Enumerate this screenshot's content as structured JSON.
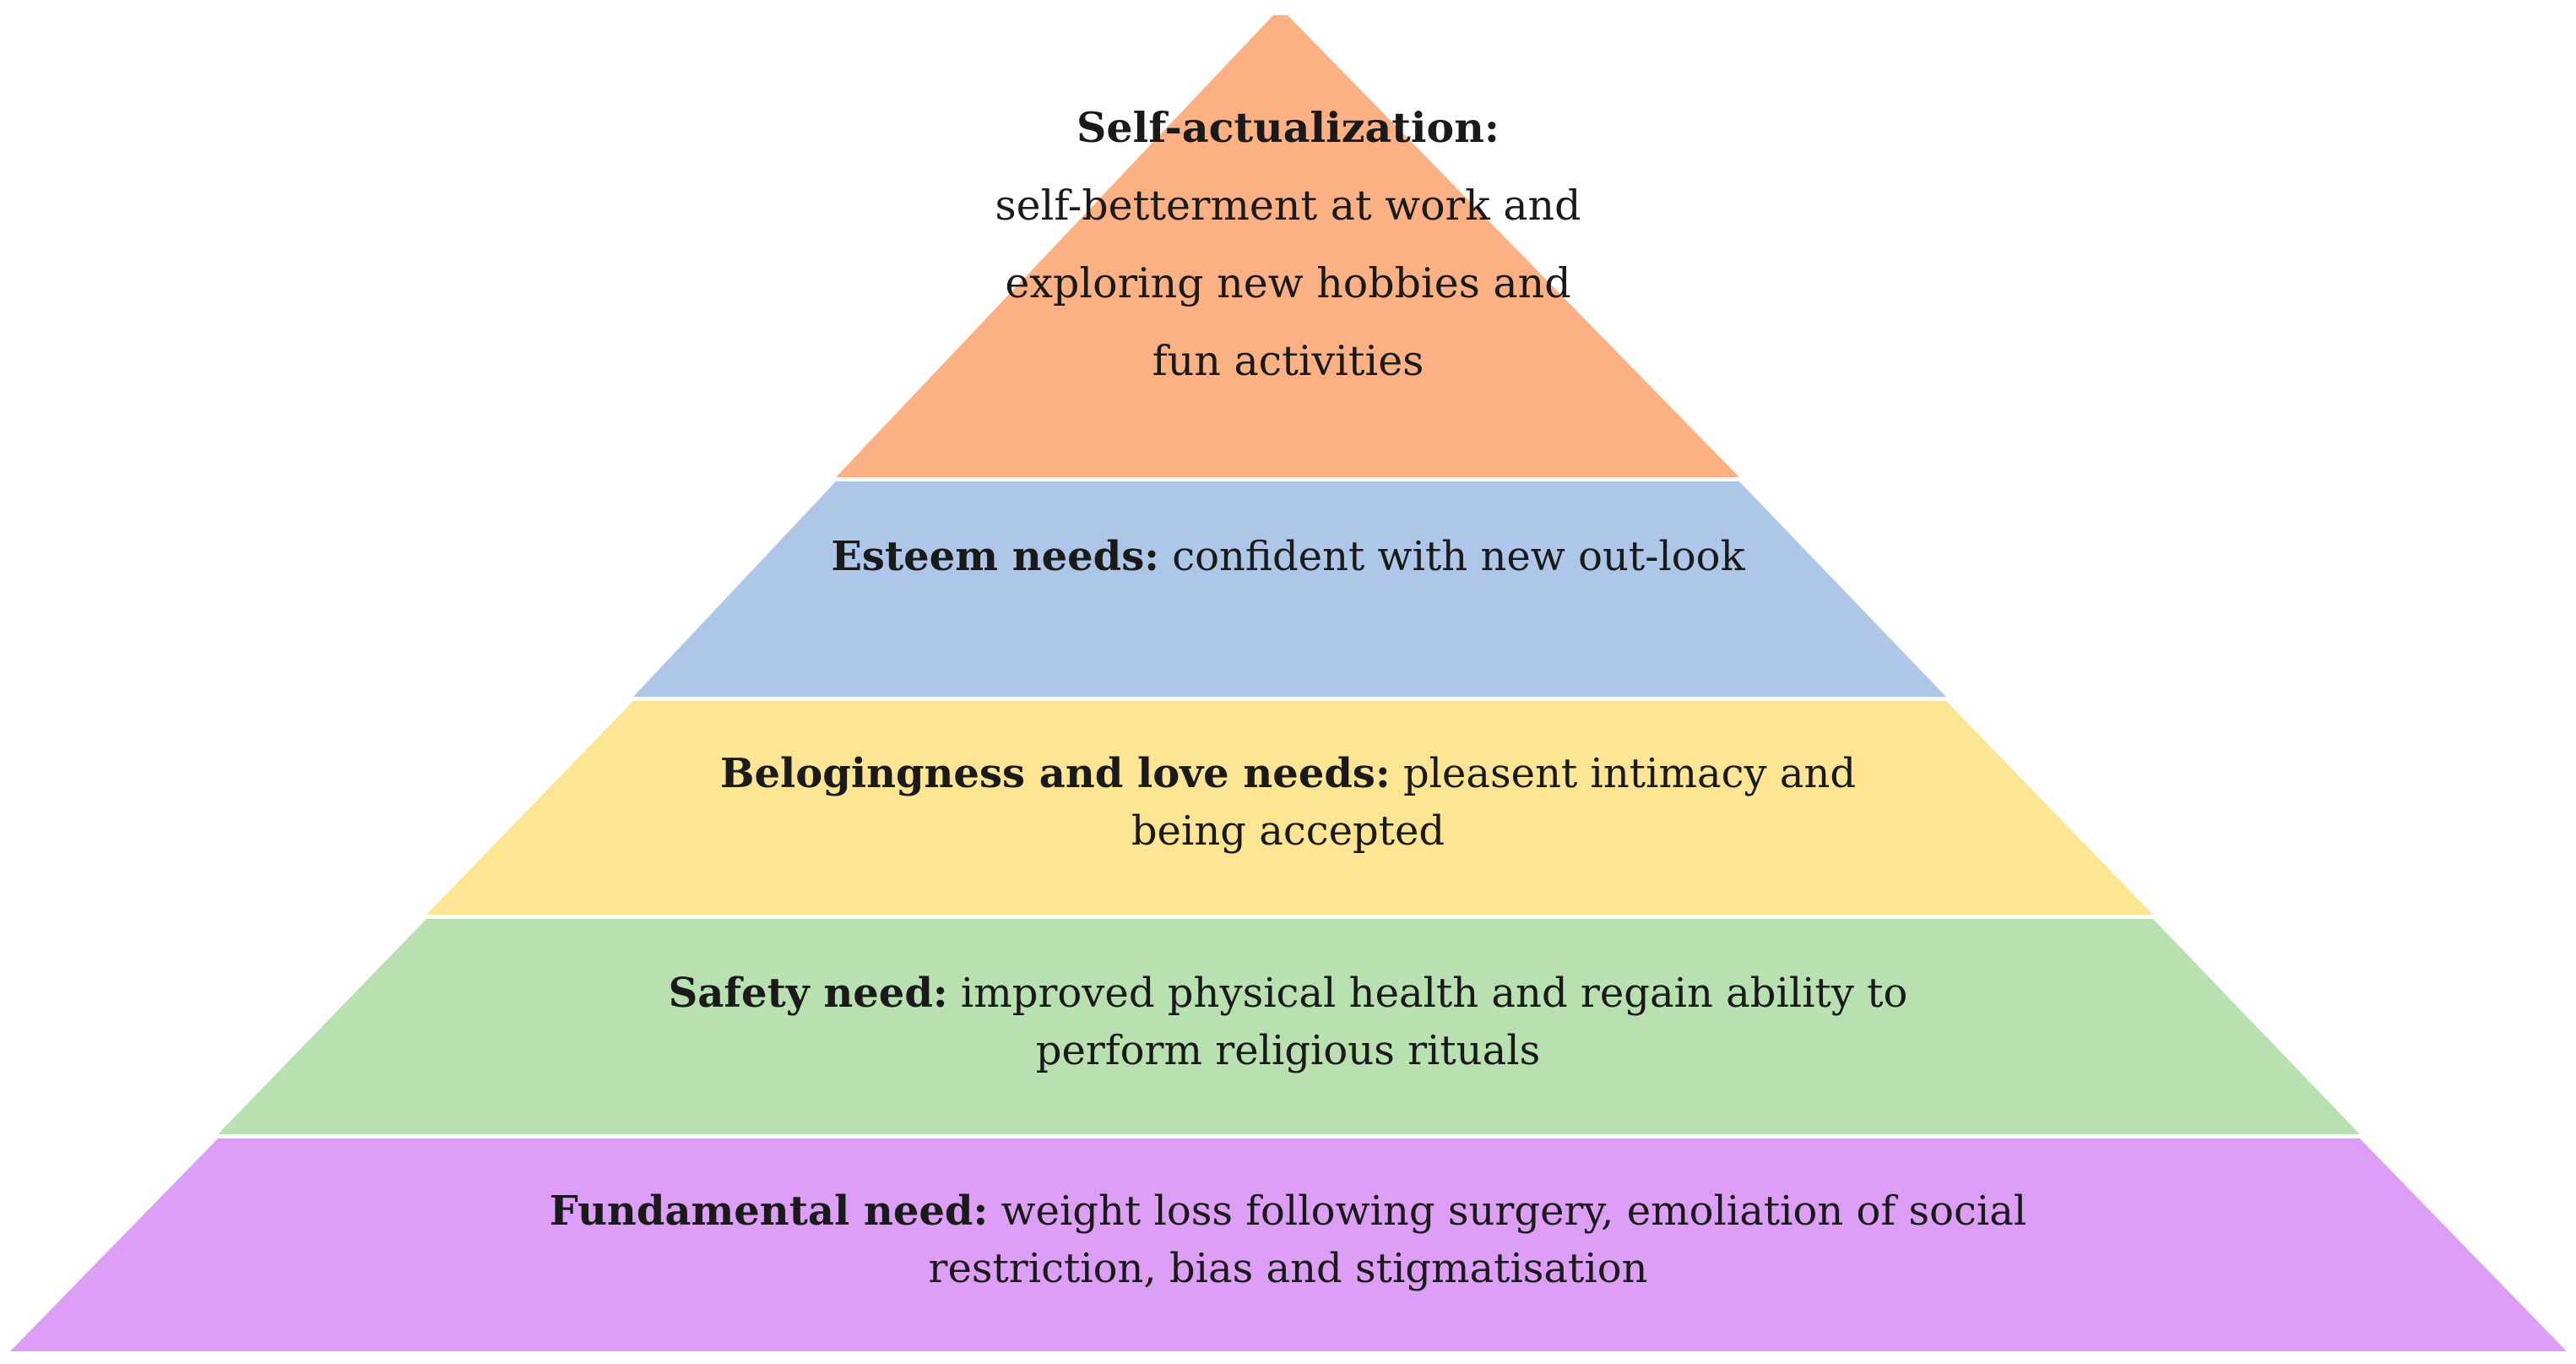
{
  "diagram": {
    "tiers": [
      {
        "id": "self-actualization",
        "heading": "Self-actualization:",
        "body": "self-betterment at work and exploring new hobbies and fun activities",
        "color": "#fbb184"
      },
      {
        "id": "esteem",
        "heading": "Esteem needs:",
        "body": "confident with new out-look",
        "color": "#aec7e8"
      },
      {
        "id": "belongingness",
        "heading": "Belogingness and love needs:",
        "body": "pleasent intimacy and being accepted",
        "color": "#fde594"
      },
      {
        "id": "safety",
        "heading": "Safety need:",
        "body": "improved physical health and regain ability to perform religious rituals",
        "color": "#b8e0b0"
      },
      {
        "id": "fundamental",
        "heading": "Fundamental need:",
        "body": "weight loss following surgery, emoliation of social restriction, bias and stigmatisation",
        "color": "#dc9ff5"
      }
    ]
  }
}
